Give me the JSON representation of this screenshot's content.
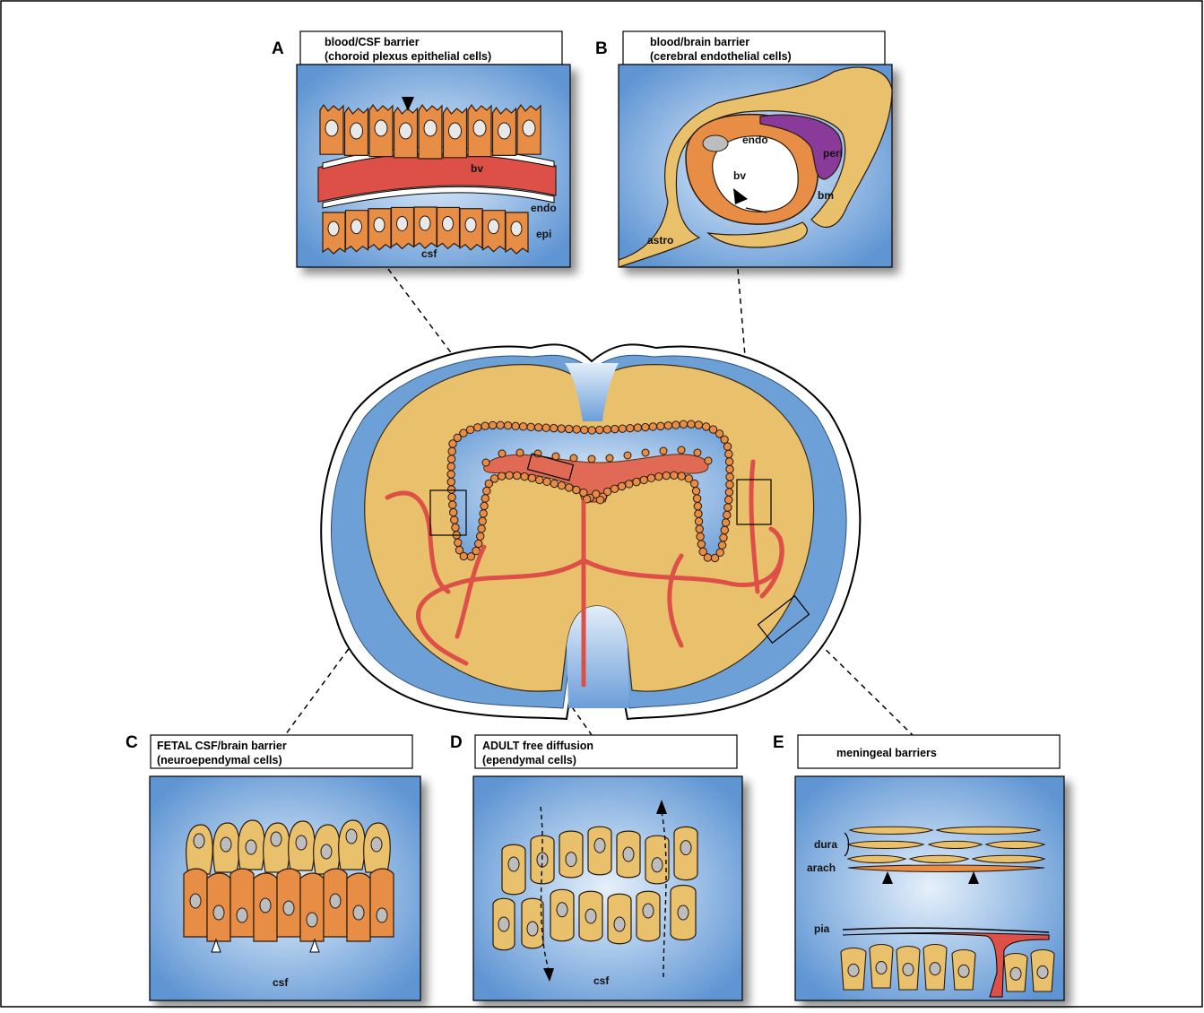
{
  "colors": {
    "panel_blue": "#6ea0d8",
    "panel_glow": "#dbe9f7",
    "tissue": "#e9c06c",
    "epithelium": "#e88d45",
    "vessel": "#dc5048",
    "pericyte": "#8a3b9a",
    "outline": "#2a1a0a",
    "nucleus": "#bdbdbd"
  },
  "panels": {
    "A": {
      "letter": "A",
      "title_line1": "blood/CSF barrier",
      "title_line2": "(choroid plexus epithelial cells)",
      "labels": {
        "bv": "bv",
        "endo": "endo",
        "epi": "epi",
        "csf": "csf"
      }
    },
    "B": {
      "letter": "B",
      "title_line1": "blood/brain barrier",
      "title_line2": "(cerebral endothelial cells)",
      "labels": {
        "endo": "endo",
        "peri": "peri",
        "bv": "bv",
        "bm": "bm",
        "astro": "astro"
      }
    },
    "C": {
      "letter": "C",
      "title_line1": "FETAL CSF/brain barrier",
      "title_line2": "(neuroependymal cells)",
      "labels": {
        "csf": "csf"
      }
    },
    "D": {
      "letter": "D",
      "title_line1": "ADULT free diffusion",
      "title_line2": "(ependymal cells)",
      "labels": {
        "csf": "csf"
      }
    },
    "E": {
      "letter": "E",
      "title_line1": "meningeal barriers",
      "labels": {
        "dura": "dura",
        "arach": "arach",
        "pia": "pia"
      }
    }
  }
}
